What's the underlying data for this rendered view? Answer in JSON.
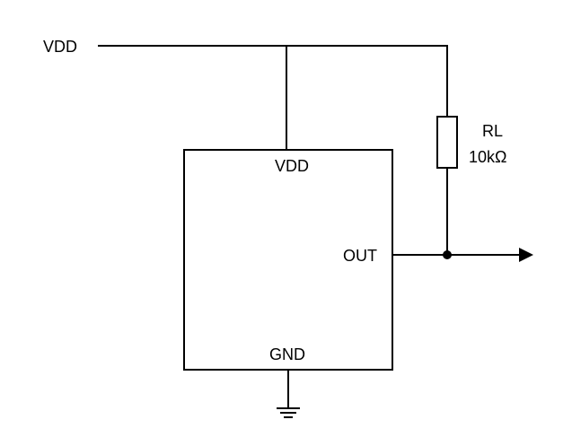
{
  "supply": {
    "label": "VDD"
  },
  "ic": {
    "vdd_pin": "VDD",
    "out_pin": "OUT",
    "gnd_pin": "GND"
  },
  "resistor": {
    "name": "RL",
    "value": "10kΩ"
  },
  "colors": {
    "line": "#000000",
    "background": "#ffffff"
  },
  "icons": {
    "ground": "ground-icon",
    "arrow": "output-arrow-icon"
  }
}
